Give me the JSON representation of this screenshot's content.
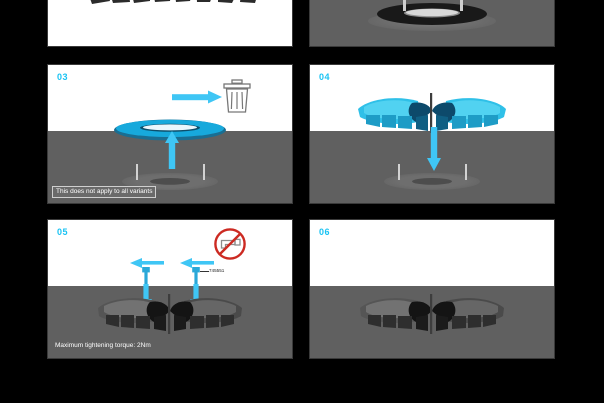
{
  "document": {
    "type": "assembly-instruction-storyboard",
    "background_color": "#000000",
    "panel_white_color": "#ffffff",
    "panel_ground_color": "#606060",
    "accent_color": "#19c3f3",
    "warning_color": "#cc2222",
    "part_color_highlight": "#1ab3e0",
    "part_color_normal": "#3a3a3a"
  },
  "panels": [
    {
      "id": "panel-01",
      "step": "",
      "caption": "",
      "note": "",
      "cropped": true,
      "contents": "dark fan impeller top-cropped on white background"
    },
    {
      "id": "panel-02",
      "step": "",
      "caption": "",
      "note": "",
      "cropped": true,
      "contents": "dark ring seated on two pins, gray background"
    },
    {
      "id": "panel-03",
      "step": "03",
      "caption": "This does not apply to all variants",
      "note": "",
      "icons": [
        "trash-bin-icon",
        "arrow-right-icon",
        "arrow-up-icon"
      ],
      "contents": "blue ring lifted off mount and discarded to bin"
    },
    {
      "id": "panel-04",
      "step": "04",
      "caption": "",
      "note": "",
      "icons": [
        "arrow-down-icon"
      ],
      "contents": "blue fan impeller lowered onto mount"
    },
    {
      "id": "panel-05",
      "step": "05",
      "caption": "Maximum tightening torque: 2Nm",
      "part_number": "745551",
      "icons": [
        "no-power-tool-icon",
        "arrow-left-icon",
        "arrow-down-icon"
      ],
      "contents": "two blue screws inserted into dark fan impeller"
    },
    {
      "id": "panel-06",
      "step": "06",
      "caption": "",
      "note": "",
      "icons": [],
      "contents": "finished dark fan impeller mounted"
    }
  ]
}
